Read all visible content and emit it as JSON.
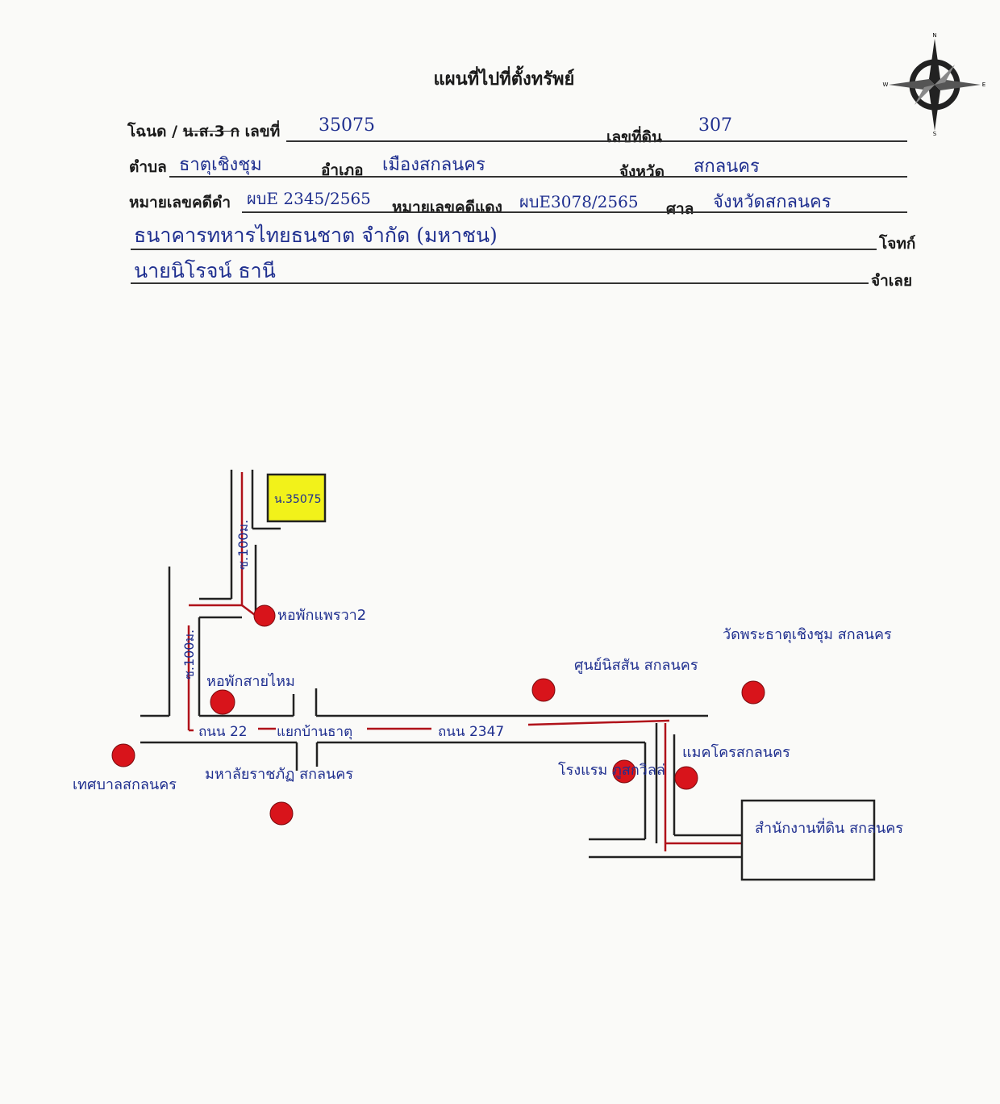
{
  "header": {
    "title": "แผนที่ไปที่ตั้งทรัพย์"
  },
  "form": {
    "deed_label": "โฉนด /",
    "deed_struck": "น.ส.3 ก",
    "deed_no_label": "เลขที่",
    "deed_no_value": "35075",
    "land_no_label": "เลขที่ดิน",
    "land_no_value": "307",
    "subdistrict_label": "ตำบล",
    "subdistrict_value": "ธาตุเชิงชุม",
    "district_label": "อำเภอ",
    "district_value": "เมืองสกลนคร",
    "province_label": "จังหวัด",
    "province_value": "สกลนคร",
    "black_case_label": "หมายเลขคดีดำ",
    "black_case_value": "ผบE 2345/2565",
    "red_case_label": "หมายเลขคดีแดง",
    "red_case_value": "ผบE3078/2565",
    "court_label": "ศาล",
    "court_value": "จังหวัดสกลนคร",
    "plaintiff_value": "ธนาคารทหารไทยธนชาต จำกัด (มหาชน)",
    "plaintiff_label": "โจทก์",
    "defendant_value": "นายนิโรจน์ ธานี",
    "defendant_label": "จำเลย"
  },
  "compass": {
    "n": "N",
    "s": "S",
    "e": "E",
    "w": "W"
  },
  "map": {
    "plot_label": "น.35075",
    "road_vertical_small": "ซ.100ม.",
    "road_vertical_large": "ซ.100ม.",
    "road_main_left": "ถนน 22",
    "junction": "แยกบ้านธาตุ",
    "road_main_right": "ถนน 2347",
    "landmarks": [
      "หอพักแพรวา2",
      "หอพักสายไหม",
      "ศูนย์นิสสัน สกลนคร",
      "วัดพระธาตุเชิงชุม สกลนคร",
      "เทศบาลสกลนคร",
      "มหาลัยราชภัฏ สกลนคร",
      "โรงแรม ภูสกวิลล่",
      "แมคโครสกลนคร",
      "สำนักงานที่ดิน สกลนคร"
    ],
    "colors": {
      "marker": "#d8141b",
      "road_line": "#b0121a",
      "plot_fill": "#f2f21a",
      "ink": "#1f2f8f"
    }
  }
}
